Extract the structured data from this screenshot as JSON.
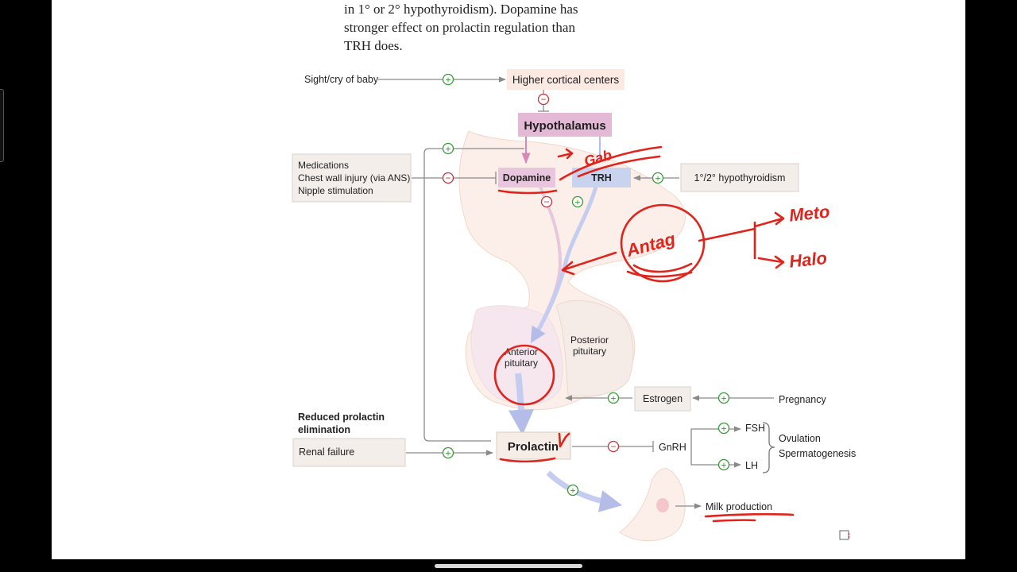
{
  "intro_text": {
    "line1": "in 1° or 2° hypothyroidism). Dopamine has",
    "line2": "stronger effect on prolactin regulation than",
    "line3": "TRH does."
  },
  "diagram": {
    "sight_cry": "Sight/cry of baby",
    "higher_cortical": "Higher cortical centers",
    "hypothalamus": "Hypothalamus",
    "dopamine": "Dopamine",
    "trh": "TRH",
    "hypothyroidism": "1°/2° hypothyroidism",
    "meds": [
      "Medications",
      "Chest wall injury (via ANS)",
      "Nipple stimulation"
    ],
    "anterior_pituitary": [
      "Anterior",
      "pituitary"
    ],
    "posterior_pituitary": [
      "Posterior",
      "pituitary"
    ],
    "estrogen": "Estrogen",
    "pregnancy": "Pregnancy",
    "reduced_elim": [
      "Reduced prolactin",
      "elimination"
    ],
    "renal_failure": "Renal failure",
    "prolactin": "Prolactin",
    "gnrh": "GnRH",
    "fsh": "FSH",
    "lh": "LH",
    "ovulation": "Ovulation",
    "spermatogenesis": "Spermatogenesis",
    "milk": "Milk production",
    "plus": "+",
    "minus": "−"
  },
  "handwriting": {
    "note_top": "Gab",
    "antag": "Antag",
    "meto": "Meto",
    "haldo": "Halo"
  },
  "colors": {
    "stimulate": "#3a9a3a",
    "inhibit": "#c0353f",
    "ink": "#e0241b",
    "dopamine_box": "#e9c6dd",
    "trh_box": "#c9d3ee",
    "hypothalamus_box": "#e3b9d6",
    "cortical_box": "#fbe9e2",
    "neutral_box": "#f4eeea"
  }
}
